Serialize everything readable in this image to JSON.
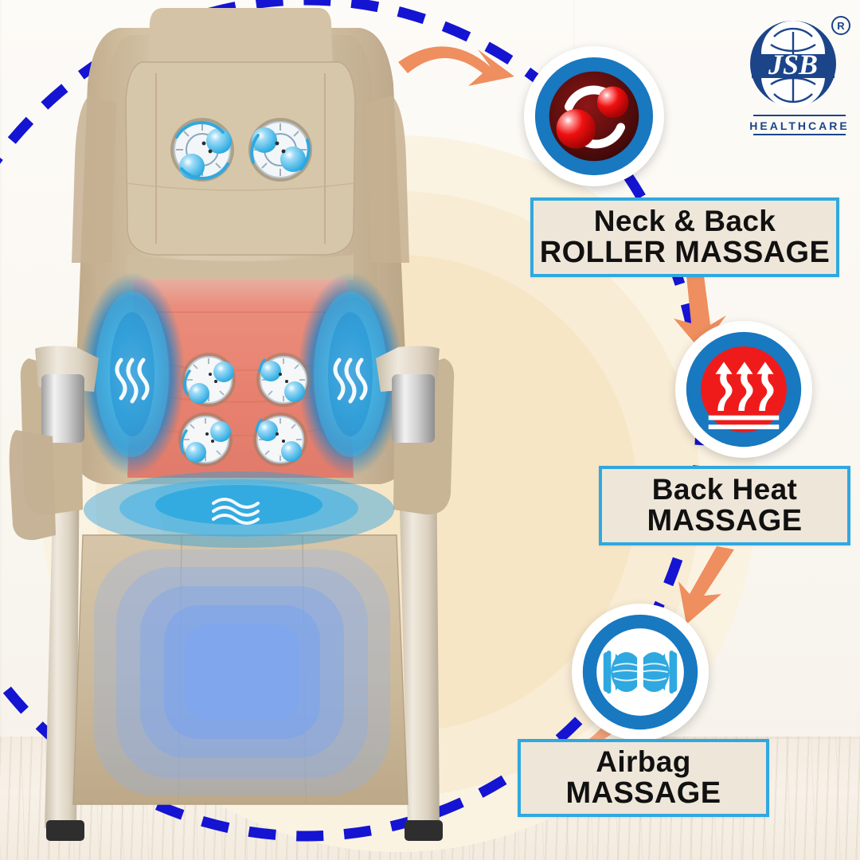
{
  "brand": {
    "logo_text": "JSB",
    "logo_subtitle": "HEALTHCARE",
    "registered_mark": "®",
    "logo_color": "#1b4489"
  },
  "theme": {
    "accent_blue": "#1878c0",
    "border_cyan": "#2fa8e0",
    "label_bg": "#efe6da",
    "arrow_orange": "#ef8e5e",
    "dashed_blue": "#1414d2",
    "heat_red": "#ef1b1b",
    "roller_red": "#e31414",
    "chair_beige": "#cdb897",
    "heat_panel": "#e98878",
    "airbag_blue": "#7ba4e8"
  },
  "features": [
    {
      "id": "roller",
      "icon_name": "roller-massage-icon",
      "line1": "Neck & Back",
      "line2": "ROLLER MASSAGE"
    },
    {
      "id": "heat",
      "icon_name": "back-heat-icon",
      "line1": "Back Heat",
      "line2": "MASSAGE"
    },
    {
      "id": "airbag",
      "icon_name": "airbag-massage-icon",
      "line1": "Airbag",
      "line2": "MASSAGE"
    }
  ],
  "product": {
    "name": "massage-chair",
    "overlays": {
      "neck_rollers": 2,
      "back_rollers": 4,
      "heat_panels": 2,
      "seat_airbag_rings": 5
    }
  }
}
